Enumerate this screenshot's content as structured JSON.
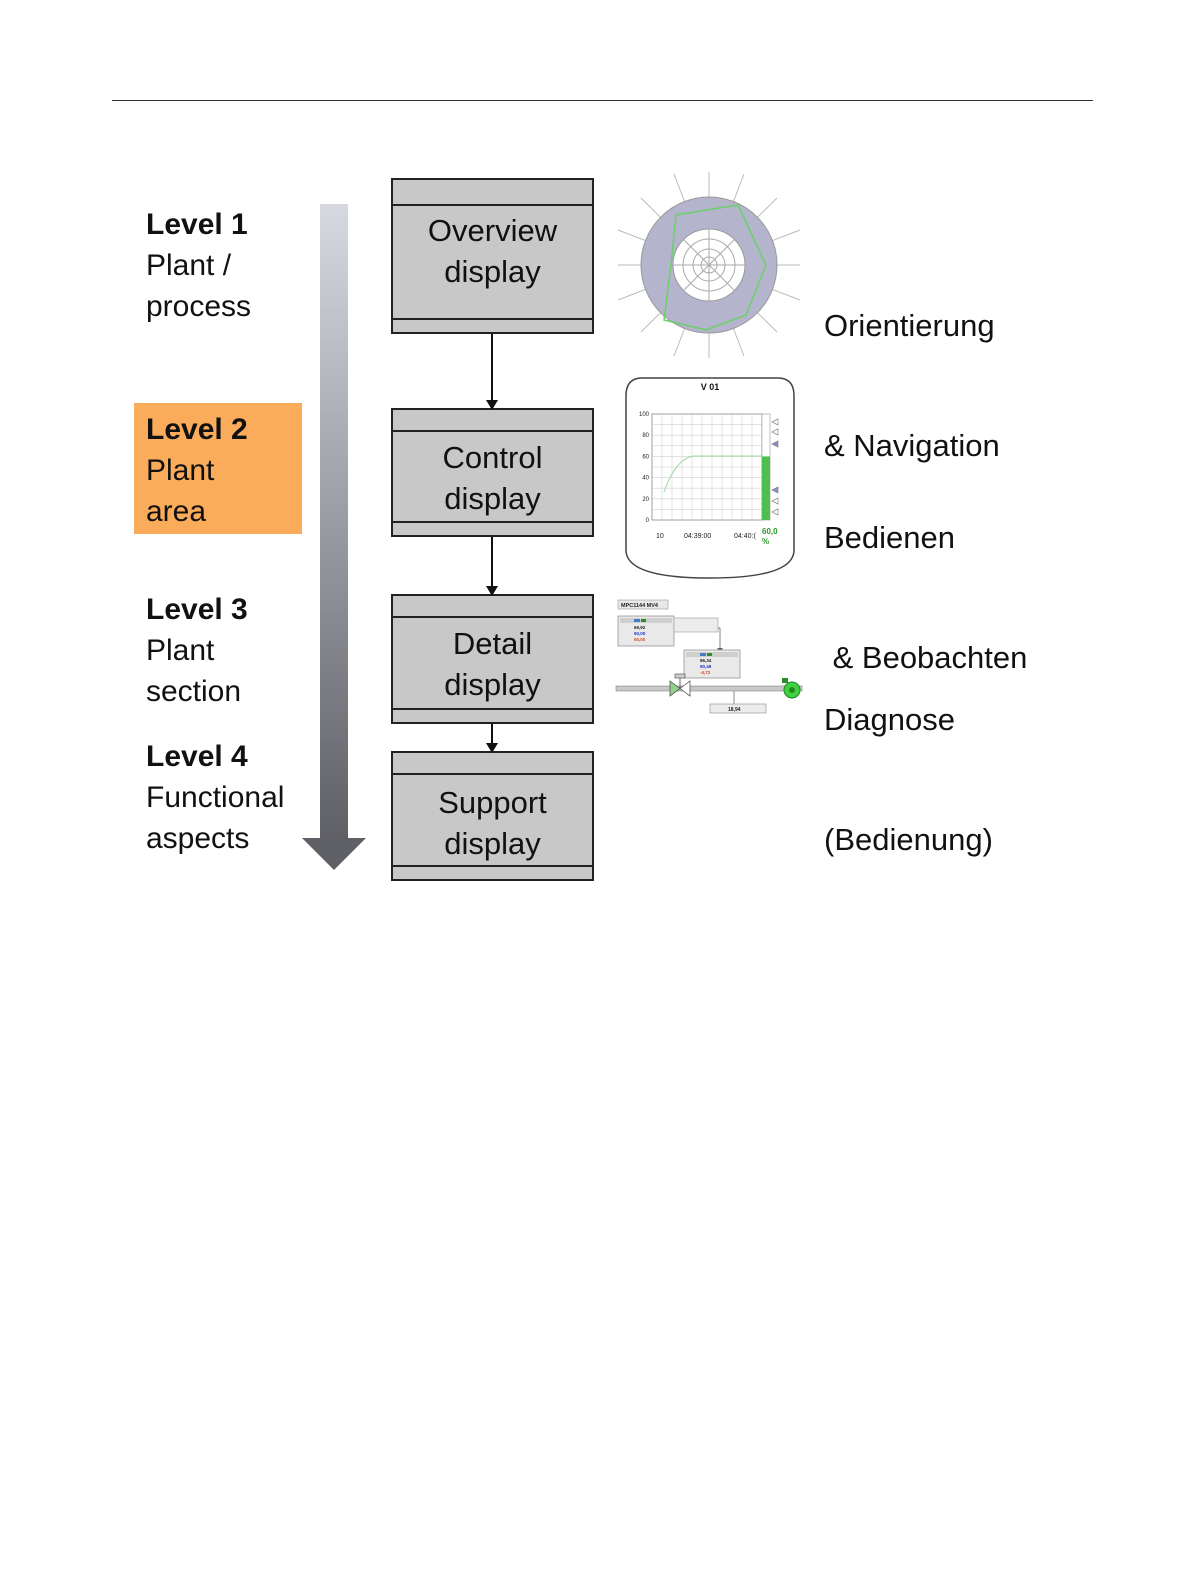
{
  "levels": [
    {
      "title": "Level  1",
      "lines": [
        "Plant  /",
        "process"
      ],
      "highlighted": false
    },
    {
      "title": "Level  2",
      "lines": [
        "Plant",
        "area"
      ],
      "highlighted": true
    },
    {
      "title": "Level  3",
      "lines": [
        "Plant",
        "section"
      ],
      "highlighted": false
    },
    {
      "title": "Level  4",
      "lines": [
        "Functional",
        "aspects"
      ],
      "highlighted": false
    }
  ],
  "displays": [
    {
      "lines": [
        "Overview",
        "display"
      ]
    },
    {
      "lines": [
        "Control",
        "display"
      ]
    },
    {
      "lines": [
        "Detail",
        "display"
      ]
    },
    {
      "lines": [
        "Support",
        "display"
      ]
    }
  ],
  "descriptions": [
    {
      "lines": [
        "Orientierung",
        "& Navigation"
      ]
    },
    {
      "lines": [
        "Bedienen",
        " & Beobachten"
      ]
    },
    {
      "lines": [
        "Diagnose",
        "(Bedienung)"
      ]
    }
  ],
  "control_thumbnail": {
    "title": "V 01",
    "y_ticks": [
      "100",
      "80",
      "60",
      "40",
      "20",
      "0"
    ],
    "x_ticks": [
      "10",
      "04:39:00",
      "04:40:("
    ],
    "value": "60,0",
    "unit": "%",
    "level_fraction": 0.6
  },
  "detail_thumbnail": {
    "tag": "MPC1144 MV4",
    "values_a": [
      "69,92",
      "90,00",
      "50,00"
    ],
    "values_b": [
      "96,34",
      "90,48",
      "-4,72"
    ],
    "readout": "18,94"
  },
  "colors": {
    "highlight": "#fbac5a",
    "box_fill": "#c8c8c8",
    "radar_ring": "#b4b4cc",
    "trend_green": "#4cbf4c"
  }
}
